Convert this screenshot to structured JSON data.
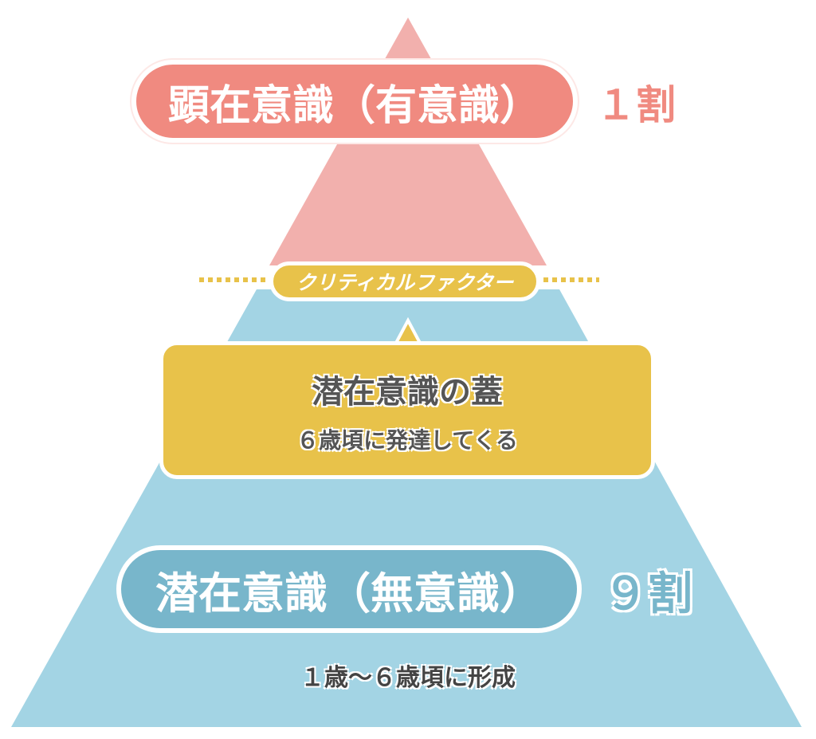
{
  "colors": {
    "pink_light": "#f2b0ad",
    "pink": "#f08a80",
    "blue_light": "#a3d4e4",
    "blue": "#78b6cb",
    "yellow": "#e8c24a",
    "text_dark": "#555555"
  },
  "conscious": {
    "label": "顕在意識（有意識）",
    "ratio": "１割"
  },
  "critical_factor": {
    "label": "クリティカルファクター"
  },
  "lid": {
    "title": "潜在意識の蓋",
    "subtitle": "６歳頃に発達してくる"
  },
  "subconscious": {
    "label": "潜在意識（無意識）",
    "ratio": "９割",
    "note": "１歳〜６歳頃に形成"
  }
}
